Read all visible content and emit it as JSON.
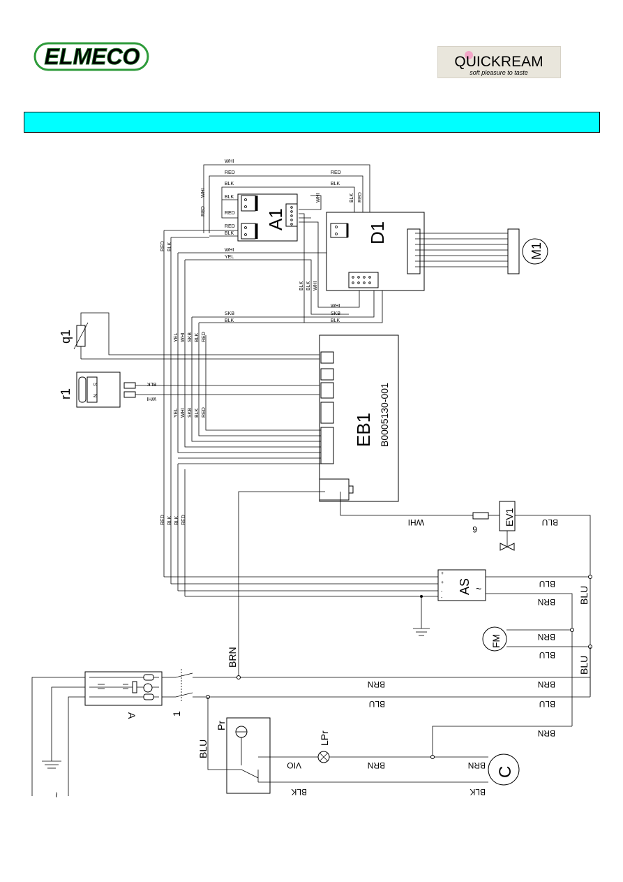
{
  "header": {
    "brand_left": "ELMECO",
    "brand_right": "QUICKREAM",
    "brand_right_tagline": "soft pleasure to taste",
    "banner_text": ""
  },
  "colors": {
    "brand_left_green": "#2e9b3a",
    "banner": "#00ffff",
    "brand_right_text": "#7a7a6e",
    "brand_right_tagline": "#2b8fd6"
  },
  "components": {
    "A1": "A1",
    "D1": "D1",
    "M1": "M1",
    "q1": "q1",
    "r1": "r1",
    "EB1": "EB1",
    "EB1_part": "B0005130-001",
    "EV1": "EV1",
    "AS": "AS",
    "FM": "FM",
    "A": "A",
    "Pr": "Pr",
    "LPr": "LPr",
    "C": "C",
    "switch": "1",
    "fuse": "6"
  },
  "r1_pins": {
    "s": "S",
    "n": "N"
  },
  "wire_labels": {
    "whi": "WHI",
    "red": "RED",
    "blk": "BLK",
    "yel": "YEL",
    "skb": "SKB",
    "blu": "BLU",
    "brn": "BRN",
    "vio": "VIO"
  },
  "as_terminals": {
    "plus1": "+",
    "plus2": "+",
    "minus1": "-",
    "minus2": "-",
    "ac": "~"
  }
}
